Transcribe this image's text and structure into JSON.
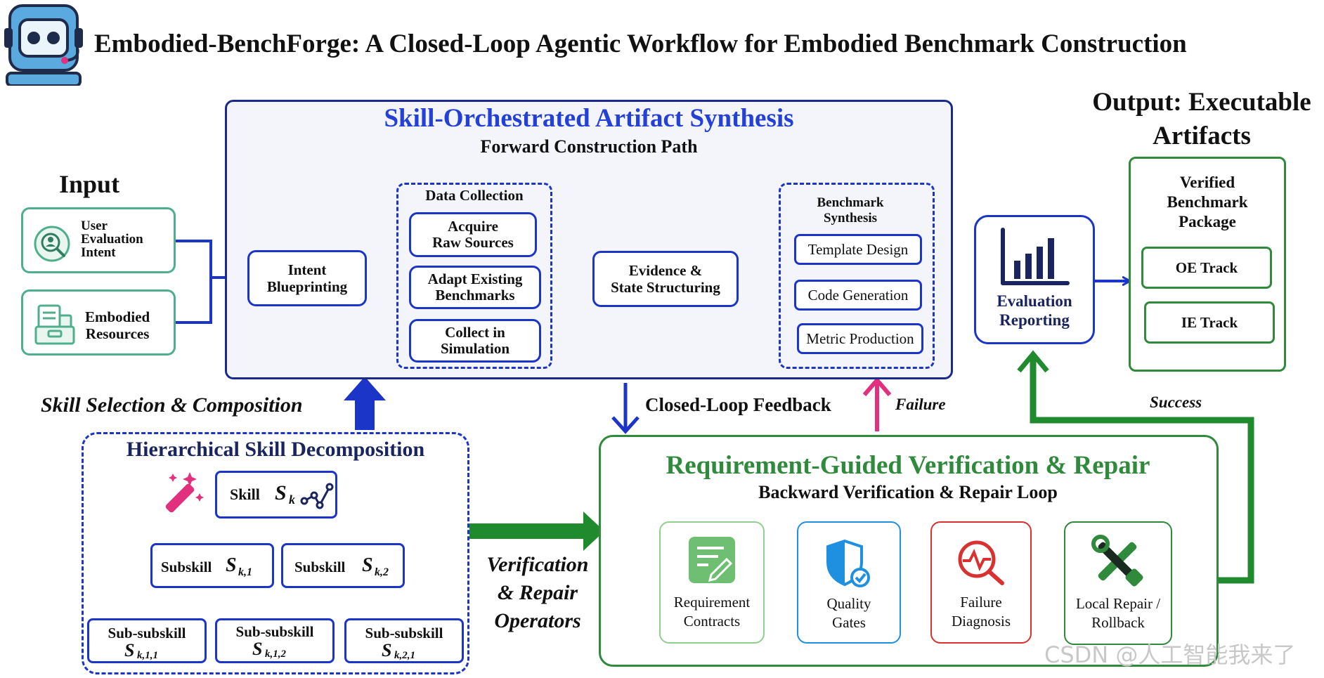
{
  "title": "Embodied-BenchForge: A Closed-Loop Agentic Workflow for Embodied Benchmark Construction",
  "input": {
    "heading": "Input",
    "items": [
      {
        "label": "User\nEvaluation\nIntent",
        "icon": "search-person-icon"
      },
      {
        "label": "Embodied\nResources",
        "icon": "file-folder-icon"
      }
    ]
  },
  "synthesis": {
    "title": "Skill-Orchestrated Artifact Synthesis",
    "subtitle": "Forward Construction Path",
    "intent": "Intent\nBlueprinting",
    "data_collection": {
      "title": "Data Collection",
      "items": [
        "Acquire\nRaw Sources",
        "Adapt Existing\nBenchmarks",
        "Collect in\nSimulation"
      ]
    },
    "evidence": "Evidence &\nState Structuring",
    "benchmark_synthesis": {
      "title": "Benchmark\nSynthesis",
      "items": [
        "Template Design",
        "Code Generation",
        "Metric Production"
      ]
    }
  },
  "evaluation": {
    "label": "Evaluation\nReporting",
    "icon": "bar-chart-icon"
  },
  "output": {
    "heading": "Output: Executable\nArtifacts",
    "package": "Verified\nBenchmark\nPackage",
    "tracks": [
      "OE Track",
      "IE Track"
    ]
  },
  "labels": {
    "skill_selection": "Skill Selection & Composition",
    "closed_loop": "Closed-Loop Feedback",
    "failure": "Failure",
    "success": "Success",
    "operators": "Verification\n& Repair\nOperators"
  },
  "hierarchy": {
    "title": "Hierarchical Skill Decomposition",
    "skill": "Skill",
    "subskill": "Subskill",
    "subsubskill": "Sub-subskill",
    "skill_symbol": "S",
    "skill_sub": "k",
    "subskill_subs": [
      "k,1",
      "k,2"
    ],
    "subsubskill_subs": [
      "k,1,1",
      "k,1,2",
      "k,2,1"
    ]
  },
  "verification": {
    "title": "Requirement-Guided Verification & Repair",
    "subtitle": "Backward Verification & Repair Loop",
    "steps": [
      {
        "label": "Requirement\nContracts",
        "icon": "contract-icon",
        "color": "#6fbf73"
      },
      {
        "label": "Quality\nGates",
        "icon": "shield-check-icon",
        "color": "#1f8fe0"
      },
      {
        "label": "Failure\nDiagnosis",
        "icon": "diagnosis-icon",
        "color": "#d93030"
      },
      {
        "label": "Local Repair /\nRollback",
        "icon": "tools-icon",
        "color": "#2f8a3b"
      }
    ]
  },
  "watermark": "CSDN @人工智能我来了",
  "colors": {
    "blue": "#1c35c9",
    "title_blue": "#2340d8",
    "green": "#2f8a3b",
    "teal": "#4fae8b",
    "magenta": "#e0307e",
    "red": "#d93030",
    "light_blue": "#1f8fe0"
  }
}
